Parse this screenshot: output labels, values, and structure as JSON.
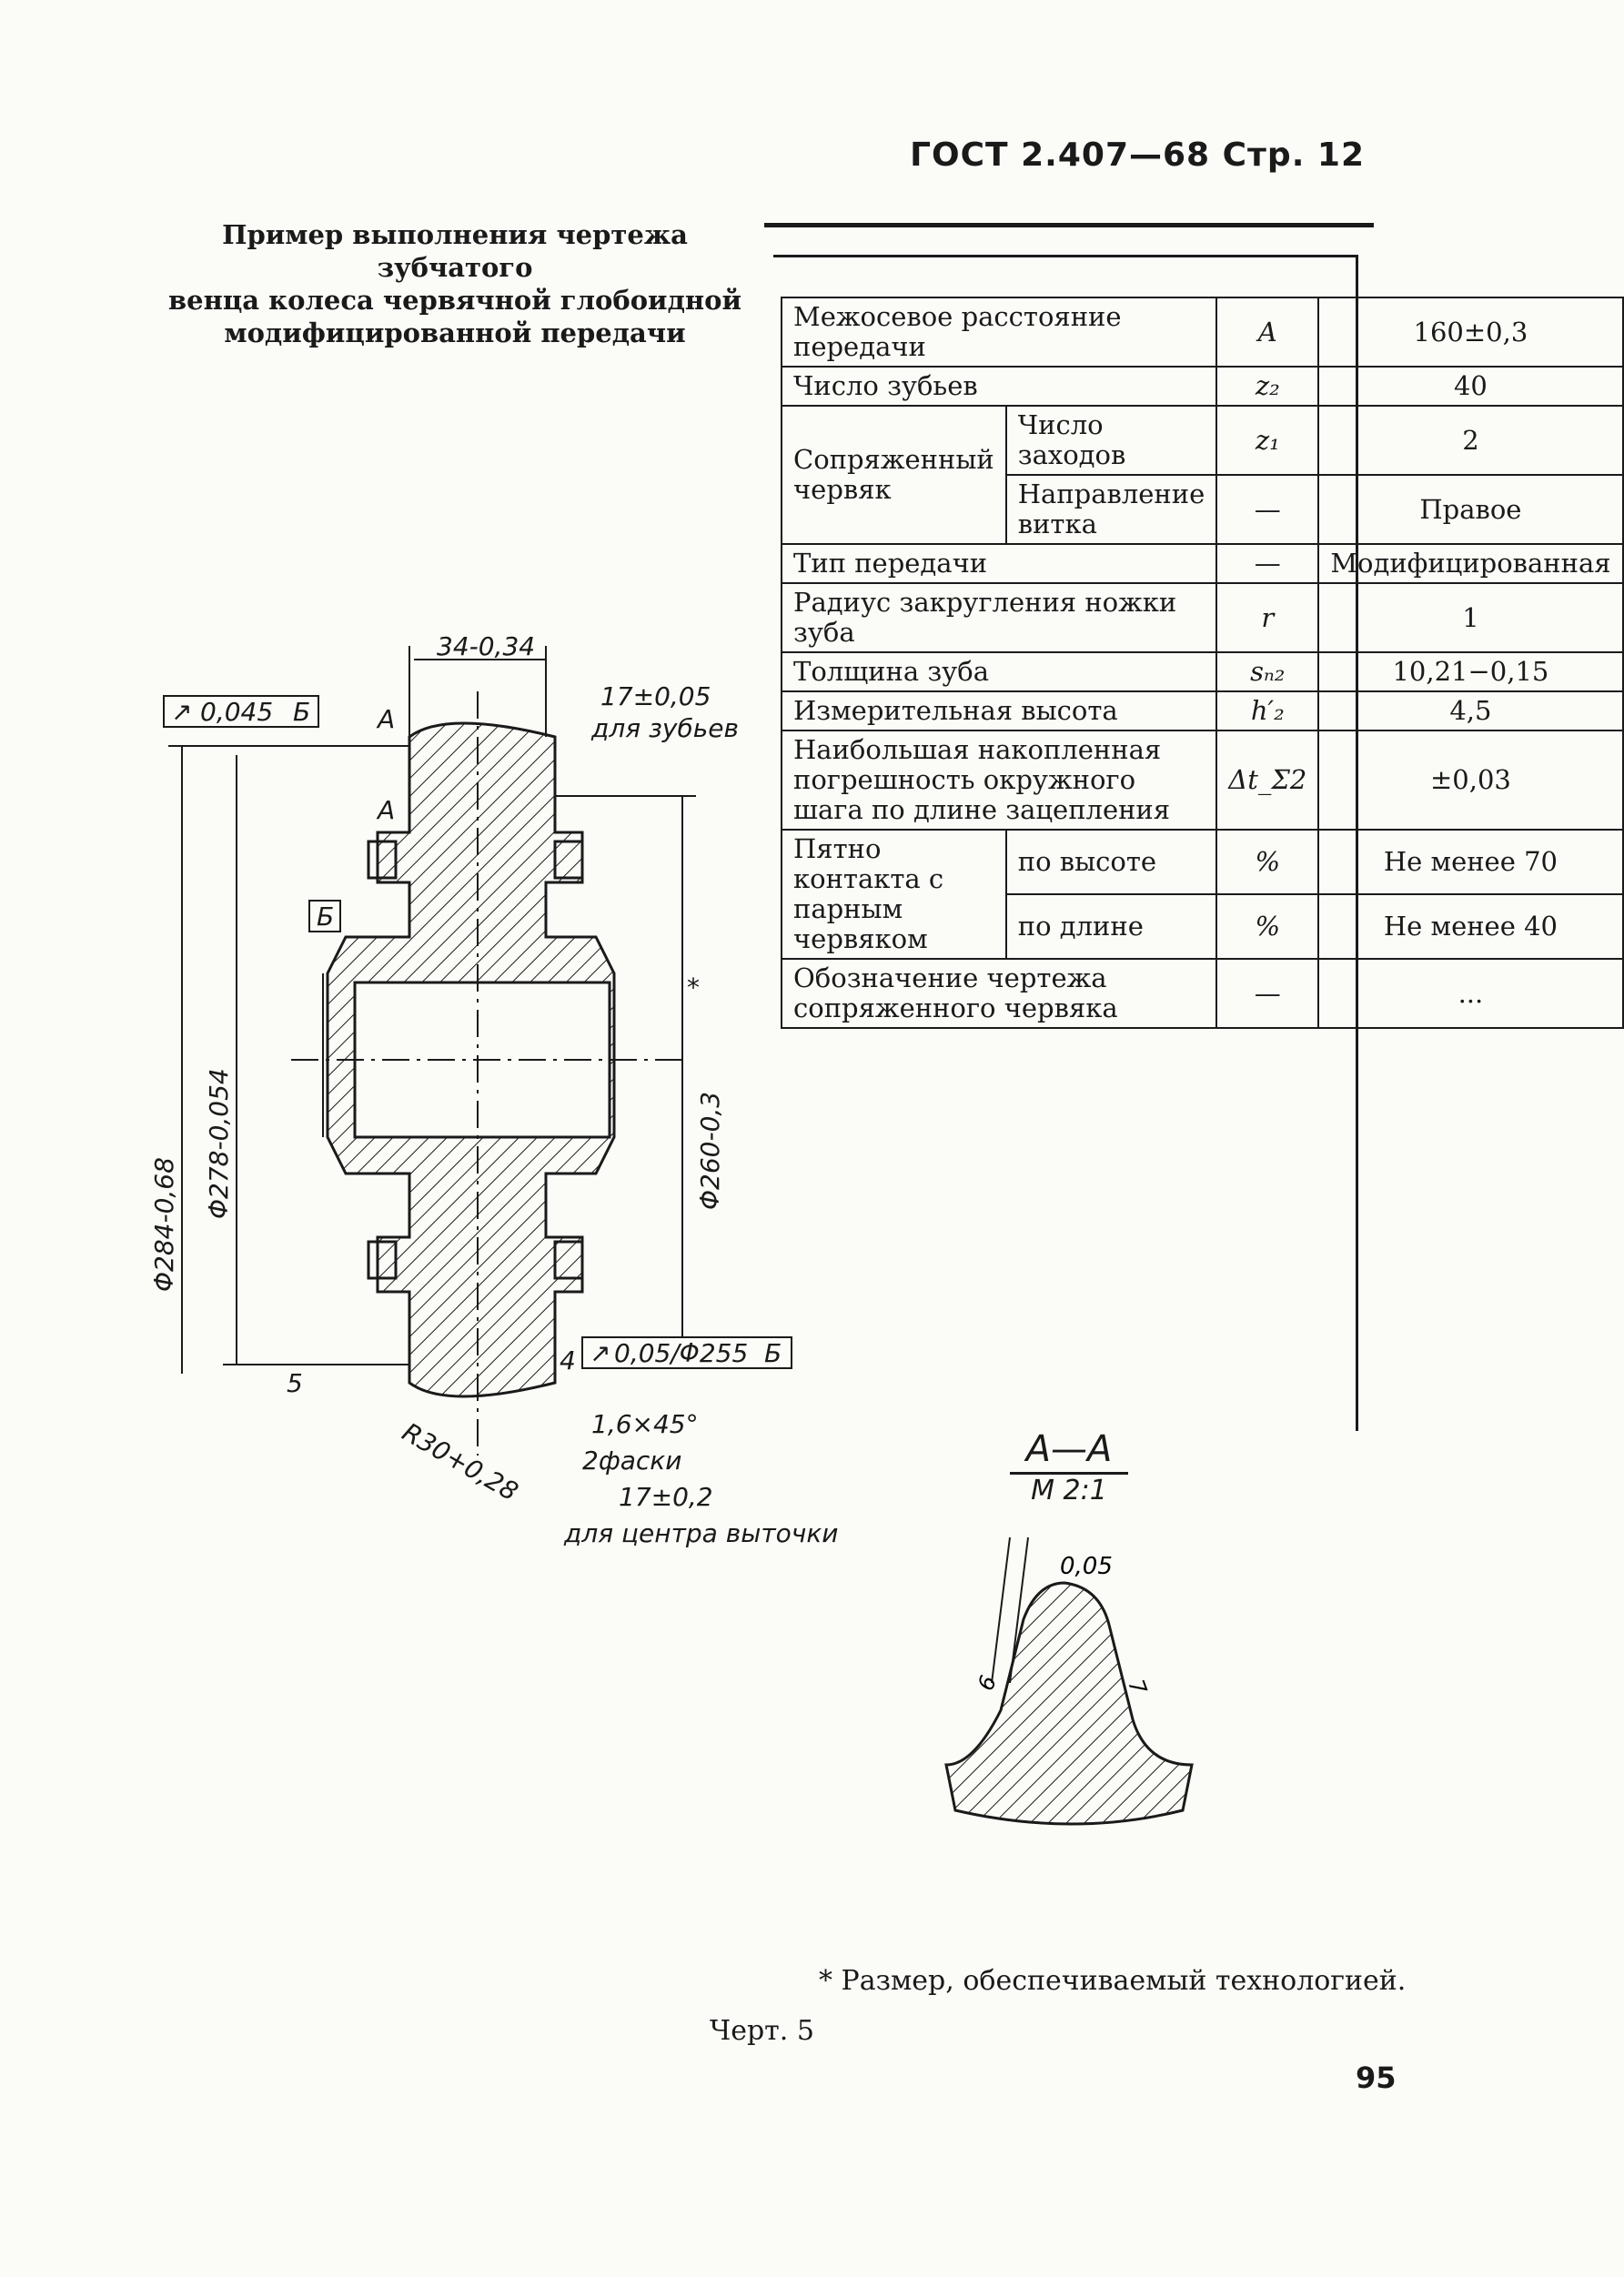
{
  "header": {
    "text": "ГОСТ 2.407—68 Стр. 12"
  },
  "title": {
    "lines": [
      "Пример выполнения чертежа зубчатого",
      "венца колеса червячной глобоидной",
      "модифицированной передачи"
    ]
  },
  "spec_table": {
    "rows": [
      {
        "param": "Межосевое расстояние передачи",
        "symbol": "A",
        "value": "160±0,3"
      },
      {
        "param": "Число зубьев",
        "symbol": "z₂",
        "value": "40"
      },
      {
        "group": "Сопряженный червяк",
        "sub": "Число заходов",
        "symbol": "z₁",
        "value": "2"
      },
      {
        "sub": "Направление витка",
        "symbol": "—",
        "value": "Правое"
      },
      {
        "param": "Тип передачи",
        "symbol": "—",
        "value": "Модифицированная"
      },
      {
        "param": "Радиус закругления ножки зуба",
        "symbol": "r",
        "value": "1"
      },
      {
        "param": "Толщина зуба",
        "symbol": "sₙ₂",
        "value": "10,21−0,15"
      },
      {
        "param": "Измерительная высота",
        "symbol": "h′₂",
        "value": "4,5"
      },
      {
        "param": "Наибольшая накопленная погрешность окружного шага по длине зацепления",
        "symbol": "Δt_Σ2",
        "value": "±0,03"
      },
      {
        "group": "Пятно контакта с парным червяком",
        "sub": "по высоте",
        "symbol": "%",
        "value": "Не менее 70"
      },
      {
        "sub": "по длине",
        "symbol": "%",
        "value": "Не менее 40"
      },
      {
        "param": "Обозначение чертежа сопряженного червяка",
        "symbol": "—",
        "value": "..."
      }
    ]
  },
  "drawing": {
    "dims": {
      "width_top": "34-0,34",
      "tooth_center": "17±0,05",
      "tooth_center_note": "для зубьев",
      "runout_frame": [
        "↗",
        "0,045",
        "Б"
      ],
      "dia_outer": "Φ284-0,68",
      "dia_throat": "Φ278-0,054",
      "dia_root": "Φ260-0,3",
      "asterisk": "*",
      "datum": "Б",
      "runout_bottom": [
        "↗",
        "0,05/Φ255",
        "Б"
      ],
      "chamfer": "1,6×45°",
      "chamfer_note": "2фаски",
      "radius": "R30+0,28",
      "center_dim": "17±0,2",
      "center_note": "для центра выточки",
      "rough_5": "5",
      "rough_4": "4",
      "section_mark": "A",
      "section_tol": "0,05",
      "rough_6": "6",
      "rough_7": "7"
    }
  },
  "section": {
    "name": "А—А",
    "scale": "М 2:1"
  },
  "footnote": "* Размер, обеспечиваемый технологией.",
  "caption": "Черт. 5",
  "page_number": "95"
}
